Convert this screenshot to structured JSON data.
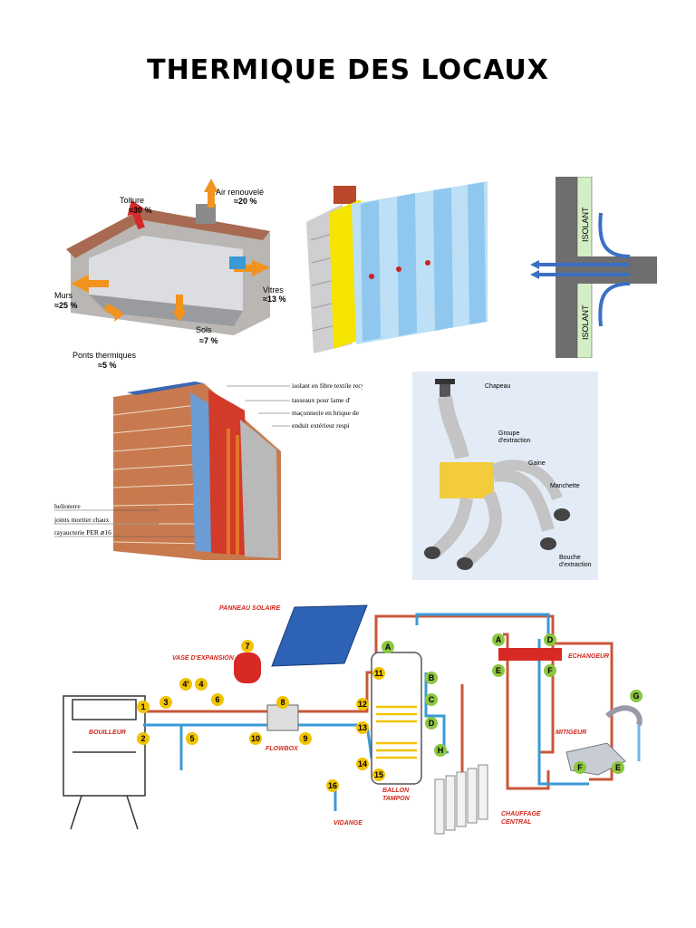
{
  "page": {
    "title": "THERMIQUE DES LOCAUX"
  },
  "house": {
    "labels": [
      {
        "name": "Toiture",
        "pct": "≈30 %"
      },
      {
        "name": "Air renouvelé",
        "pct": "≈20 %"
      },
      {
        "name": "Murs",
        "pct": "≈25 %"
      },
      {
        "name": "Vitres",
        "pct": "≈13 %"
      },
      {
        "name": "Sols",
        "pct": "≈7 %"
      },
      {
        "name": "Ponts thermiques",
        "pct": "≈5 %"
      }
    ]
  },
  "bridge": {
    "label_top": "ISOLANT",
    "label_bottom": "ISOLANT"
  },
  "wall": {
    "right_labels": [
      "isolant en fibre textile recy",
      "tasseaux pour lame d'",
      "maçonnerie en brique de",
      "enduit extérieur respi"
    ],
    "left_labels": [
      "helioterre",
      "joints mortier chaux",
      "rayaucterie PER ⌀16"
    ]
  },
  "vmc": {
    "labels": [
      "Chapeau",
      "Groupe\nd'extraction",
      "Gaine",
      "Manchette",
      "Bouche\nd'extraction"
    ]
  },
  "solar": {
    "labels": {
      "panel": "PANNEAU SOLAIRE",
      "expansion": "VASE D'EXPANSION",
      "boiler": "BOUILLEUR",
      "flowbox": "FLOWBOX",
      "tank": "BALLON\nTAMPON",
      "drain": "VIDANGE",
      "exchanger": "ECHANGEUR",
      "mixer": "MITIGEUR",
      "heating": "CHAUFFAGE\nCENTRAL"
    },
    "numbers": [
      "1",
      "2",
      "3",
      "4'",
      "4",
      "5",
      "6",
      "7",
      "8",
      "9",
      "10",
      "11",
      "12",
      "13",
      "14",
      "15",
      "16"
    ],
    "letters": [
      "A",
      "B",
      "C",
      "D",
      "H",
      "A",
      "D",
      "E",
      "F",
      "G",
      "F",
      "E"
    ]
  },
  "colors": {
    "hot": "#c8573a",
    "cold": "#3a9ad6",
    "label_red": "#d2281e",
    "marker_yellow": "#f2c300",
    "marker_green": "#8cc63f"
  }
}
